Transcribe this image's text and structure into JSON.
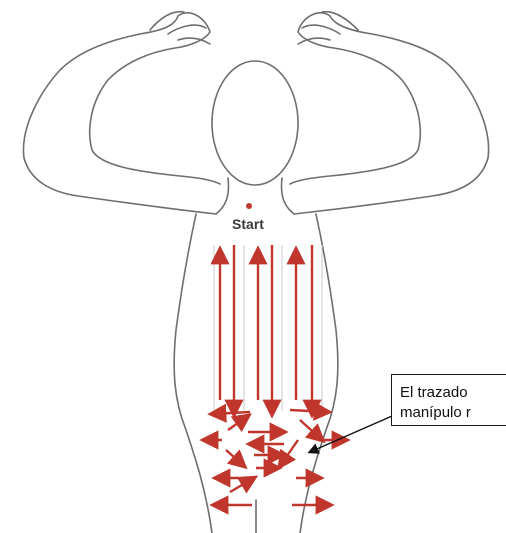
{
  "figure": {
    "start_label": "Start",
    "callout_lines": [
      "El trazado",
      "manípulo r"
    ]
  },
  "colors": {
    "arrow": "#c0362c",
    "outline": "#6e6e6e",
    "callout_border": "#1a1a1a"
  }
}
